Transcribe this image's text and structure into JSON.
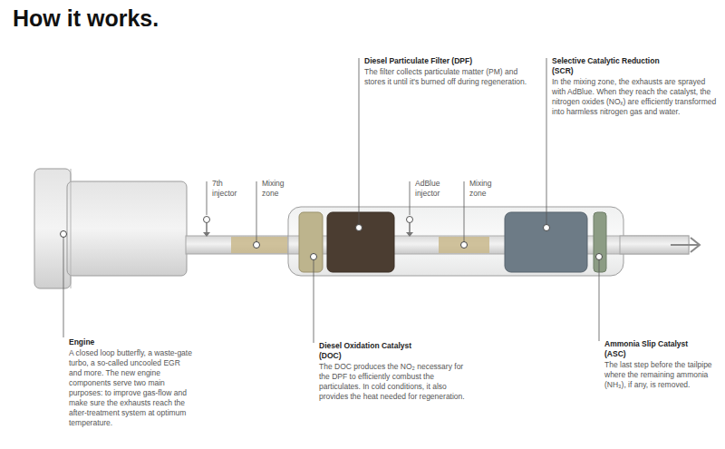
{
  "diagram": {
    "title": "How it works.",
    "labels": [
      "Engine",
      "A closed loop butterfly, a waste-gate turbo, a so-called uncooled EGR and more. The new engine components serve two main purposes: to improve gas-flow and make sure the exhausts reach the after-treatment system at optimum temperature.",
      "7th injector",
      "Mixing zone",
      "Diesel Particulate Filter (DPF)",
      "The filter collects particulate matter (PM) and stores it until it's burned off during regeneration.",
      "AdBlue injector",
      "Mixing zone",
      "Selective Catalytic Reduction (SCR)",
      "In the mixing zone, the exhausts are sprayed with AdBlue. When they reach the catalyst, the nitrogen oxides (NOₓ) are efficiently transformed into harmless nitrogen gas and water.",
      "Diesel Oxidation Catalyst (DOC)",
      "The DOC produces the NO₂ necessary for the DPF to efficiently combust the particulates. In cold conditions, it also provides the heat needed for regeneration.",
      "Ammonia Slip Catalyst (ASC)",
      "The last step before the tailpipe where the remaining ammonia (NH₃), if any, is removed."
    ]
  }
}
